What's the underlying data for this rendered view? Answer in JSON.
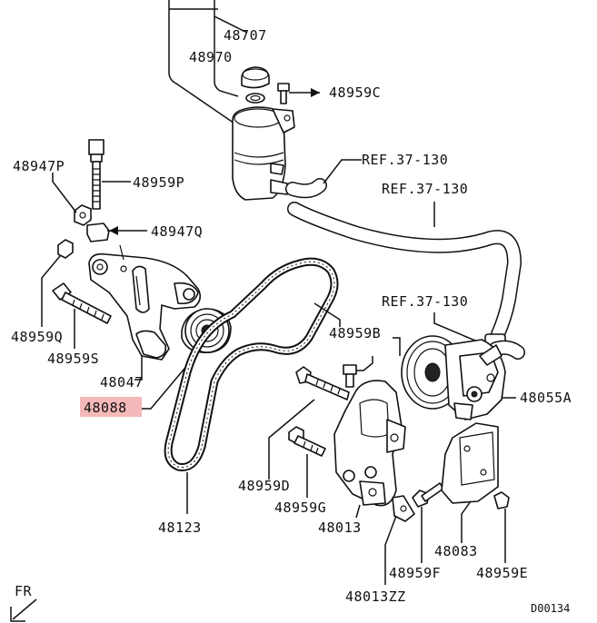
{
  "labels": {
    "p48707": "48707",
    "p48970": "48970",
    "p48959C": "48959C",
    "ref1": "REF.37-130",
    "ref2": "REF.37-130",
    "ref3": "REF.37-130",
    "p48947P": "48947P",
    "p48959P": "48959P",
    "p48947Q": "48947Q",
    "p48959Q": "48959Q",
    "p48959S": "48959S",
    "p48047": "48047",
    "p48088": "48088",
    "p48959B": "48959B",
    "p48055A": "48055A",
    "p48959D": "48959D",
    "p48959G": "48959G",
    "p48013": "48013",
    "p48083": "48083",
    "p48123": "48123",
    "p48959F": "48959F",
    "p48959E": "48959E",
    "p48013ZZ": "48013ZZ",
    "fr": "FR",
    "code": "D00134"
  },
  "highlight_color": "#f5b8b8",
  "highlighted_part": "48088"
}
